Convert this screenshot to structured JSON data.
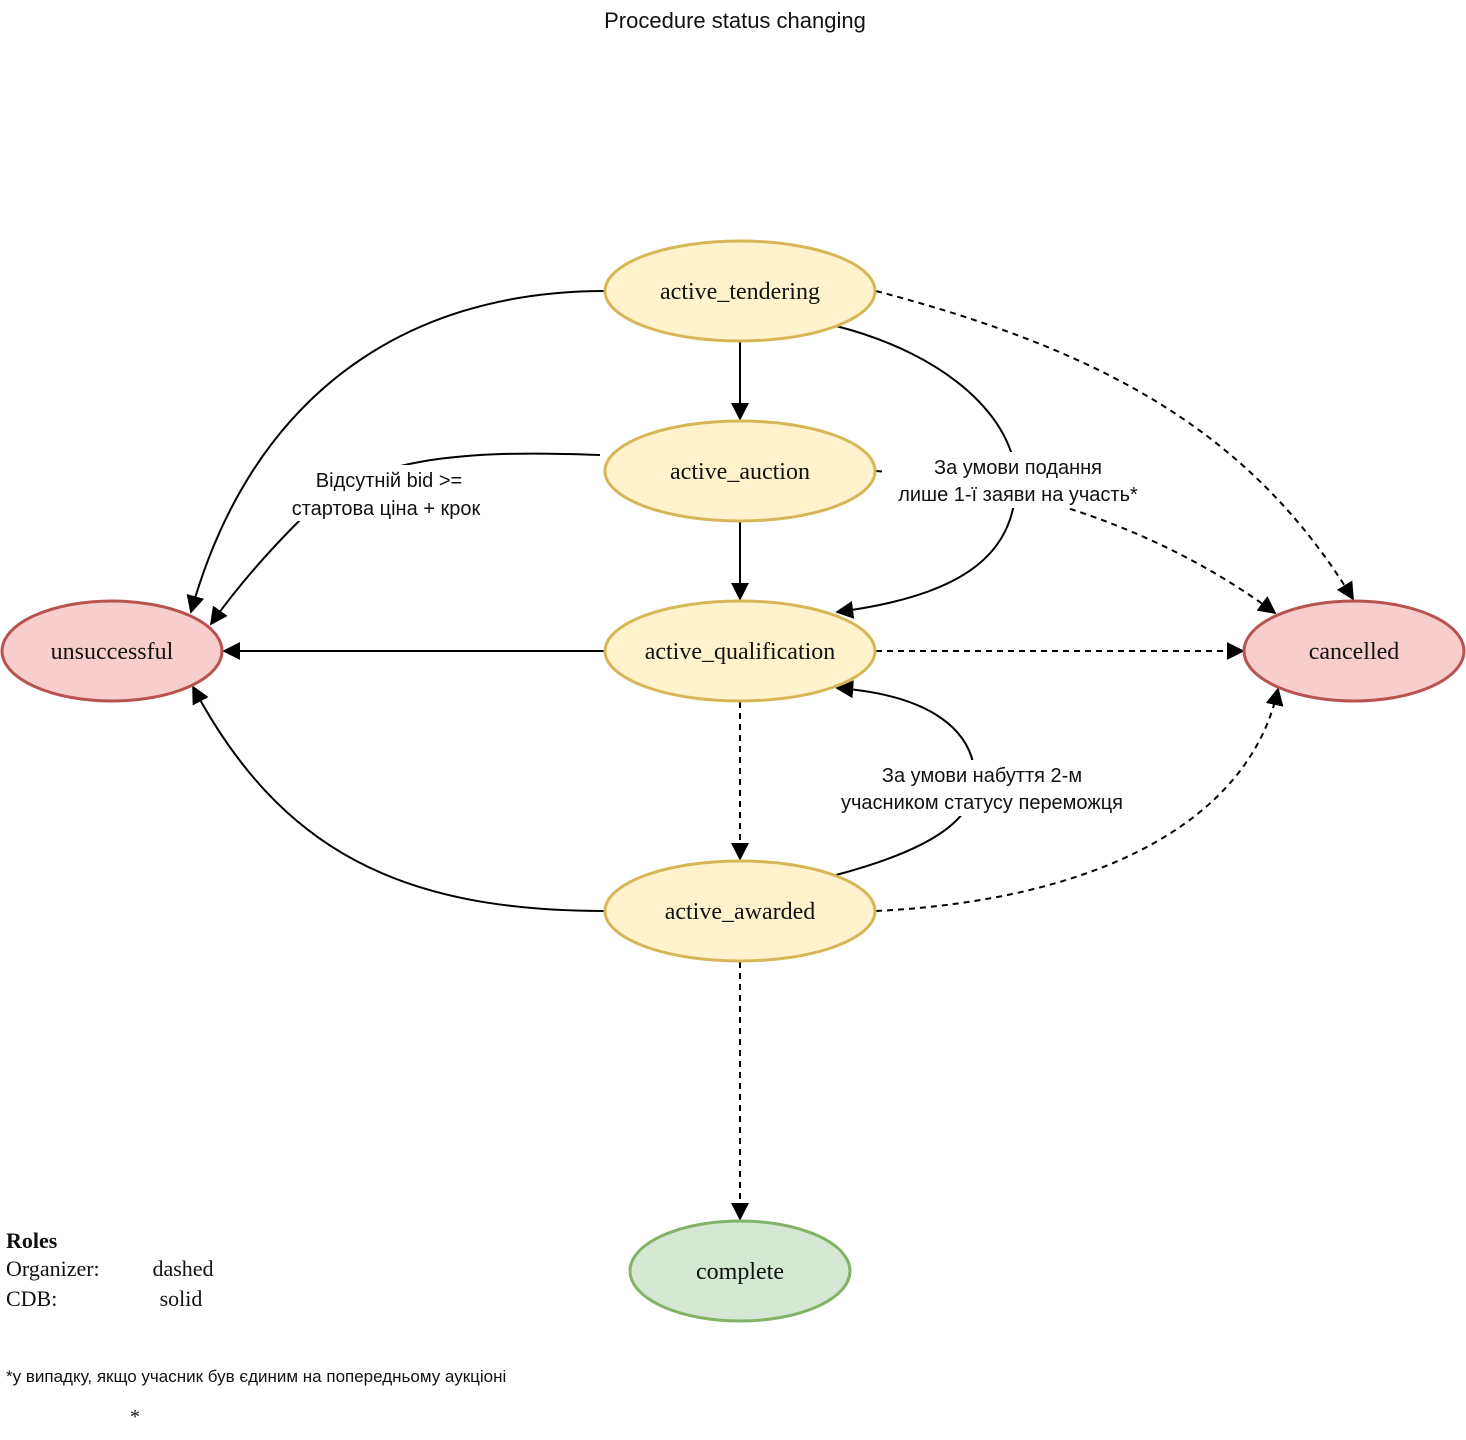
{
  "title": "Procedure status changing",
  "colors": {
    "in_progress_fill": "#fff2cc",
    "in_progress_stroke": "#d6b656",
    "failure_fill": "#f8cecc",
    "failure_stroke": "#b85450",
    "success_fill": "#d5e8d4",
    "success_stroke": "#82b366"
  },
  "nodes": {
    "active_tendering": "active_tendering",
    "active_auction": "active_auction",
    "active_qualification": "active_qualification",
    "active_awarded": "active_awarded",
    "unsuccessful": "unsuccessful",
    "cancelled": "cancelled",
    "complete": "complete"
  },
  "edge_labels": {
    "no_bid": [
      "Відсутній bid >=",
      "стартова ціна + крок"
    ],
    "single_bid": [
      "За умови подання",
      "лише 1-ї заяви на участь*"
    ],
    "second_winner": [
      "За умови набуття 2-м",
      "учасником статусу переможця"
    ]
  },
  "legend": {
    "heading": "Roles",
    "rows": [
      {
        "role": "Organizer:",
        "style": "dashed"
      },
      {
        "role": "CDB:",
        "style": "solid"
      }
    ]
  },
  "footnote": "*у випадку, якщо учасник був єдиним на попередньому аукціоні",
  "footnote_mark": "*"
}
